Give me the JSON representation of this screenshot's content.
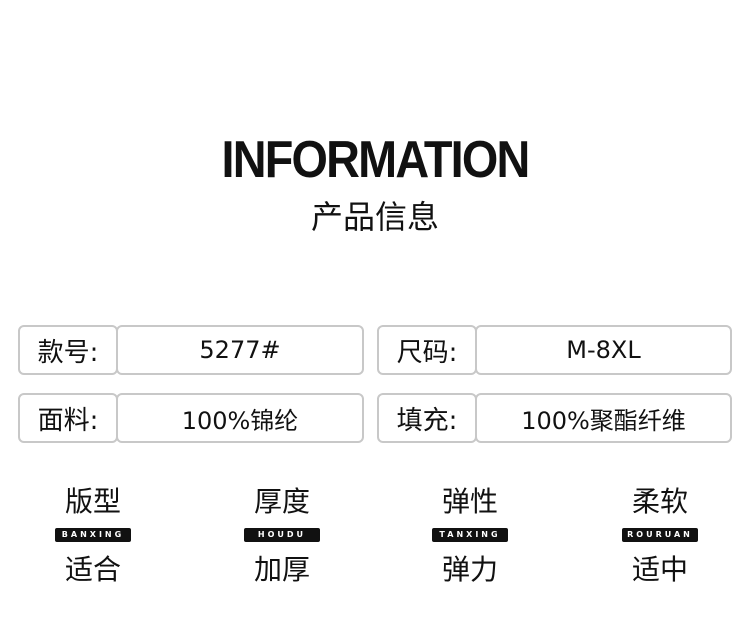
{
  "header": {
    "title": "INFORMATION",
    "subtitle": "产品信息"
  },
  "specs": [
    {
      "label": "款号:",
      "value": "5277#"
    },
    {
      "label": "尺码:",
      "value": "M-8XL"
    },
    {
      "label": "面料:",
      "value": "100%锦纶"
    },
    {
      "label": "填充:",
      "value": "100%聚酯纤维"
    }
  ],
  "attributes": [
    {
      "name": "版型",
      "pinyin": "BANXING",
      "value": "适合"
    },
    {
      "name": "厚度",
      "pinyin": "HOUDU",
      "value": "加厚"
    },
    {
      "name": "弹性",
      "pinyin": "TANXING",
      "value": "弹力"
    },
    {
      "name": "柔软",
      "pinyin": "ROURUAN",
      "value": "适中"
    }
  ]
}
